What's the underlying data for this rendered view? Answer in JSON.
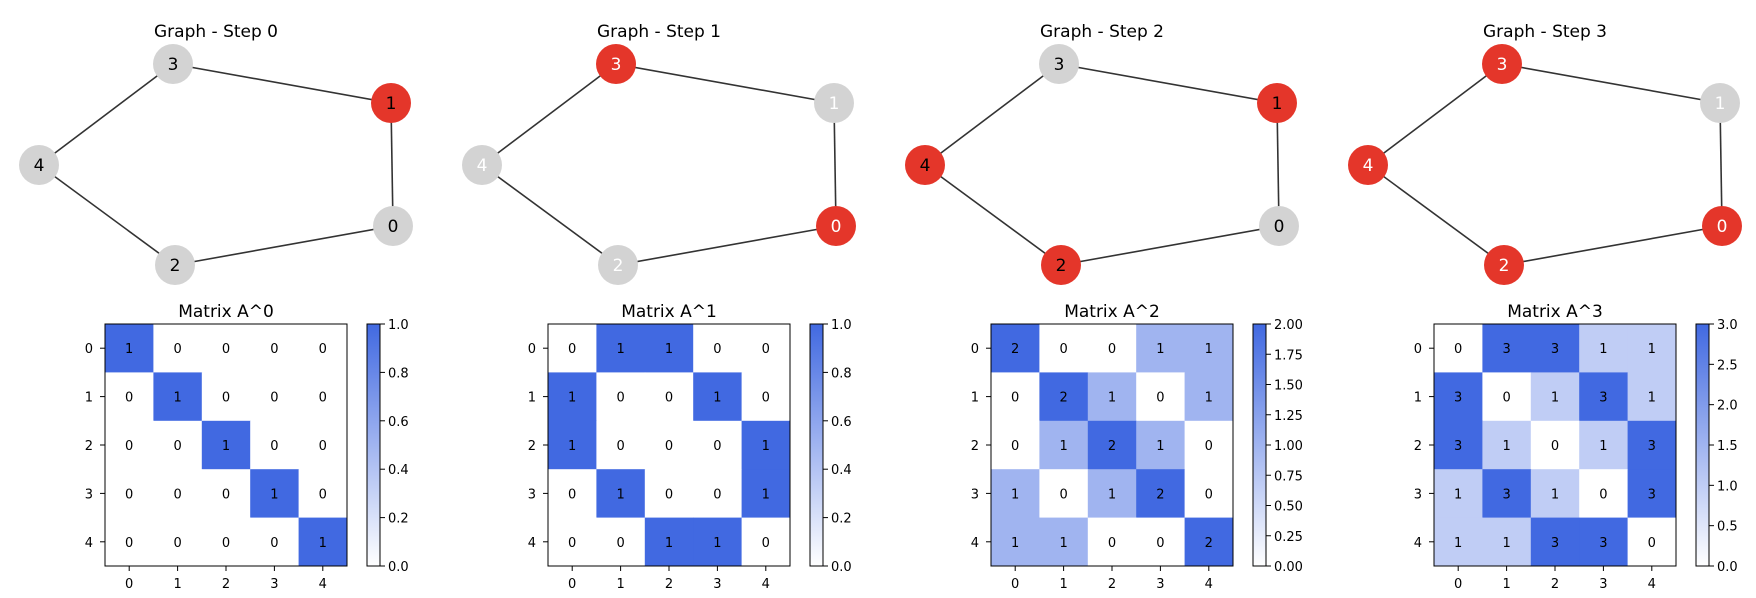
{
  "colors": {
    "active_node": "#e4362a",
    "inactive_node": "#d3d3d3",
    "edge": "#333333",
    "cmap_high": "#4169e1",
    "cmap_low": "#ffffff"
  },
  "graph": {
    "nodes": [
      "0",
      "1",
      "2",
      "3",
      "4"
    ],
    "edges": [
      [
        "0",
        "1"
      ],
      [
        "1",
        "3"
      ],
      [
        "3",
        "4"
      ],
      [
        "4",
        "2"
      ],
      [
        "2",
        "0"
      ]
    ]
  },
  "panels": [
    {
      "graph_title": "Graph - Step 0",
      "active_nodes": [
        "1"
      ],
      "matrix_title": "Matrix A^0",
      "matrix": [
        [
          1,
          0,
          0,
          0,
          0
        ],
        [
          0,
          1,
          0,
          0,
          0
        ],
        [
          0,
          0,
          1,
          0,
          0
        ],
        [
          0,
          0,
          0,
          1,
          0
        ],
        [
          0,
          0,
          0,
          0,
          1
        ]
      ],
      "vmax": 1,
      "colorbar_ticks": [
        "0.0",
        "0.2",
        "0.4",
        "0.6",
        "0.8",
        "1.0"
      ]
    },
    {
      "graph_title": "Graph - Step 1",
      "active_nodes": [
        "0",
        "3"
      ],
      "matrix_title": "Matrix A^1",
      "matrix": [
        [
          0,
          1,
          1,
          0,
          0
        ],
        [
          1,
          0,
          0,
          1,
          0
        ],
        [
          1,
          0,
          0,
          0,
          1
        ],
        [
          0,
          1,
          0,
          0,
          1
        ],
        [
          0,
          0,
          1,
          1,
          0
        ]
      ],
      "vmax": 1,
      "colorbar_ticks": [
        "0.0",
        "0.2",
        "0.4",
        "0.6",
        "0.8",
        "1.0"
      ]
    },
    {
      "graph_title": "Graph - Step 2",
      "active_nodes": [
        "1",
        "2",
        "4"
      ],
      "matrix_title": "Matrix A^2",
      "matrix": [
        [
          2,
          0,
          0,
          1,
          1
        ],
        [
          0,
          2,
          1,
          0,
          1
        ],
        [
          0,
          1,
          2,
          1,
          0
        ],
        [
          1,
          0,
          1,
          2,
          0
        ],
        [
          1,
          1,
          0,
          0,
          2
        ]
      ],
      "vmax": 2,
      "colorbar_ticks": [
        "0.00",
        "0.25",
        "0.50",
        "0.75",
        "1.00",
        "1.25",
        "1.50",
        "1.75",
        "2.00"
      ]
    },
    {
      "graph_title": "Graph - Step 3",
      "active_nodes": [
        "0",
        "2",
        "3",
        "4"
      ],
      "matrix_title": "Matrix A^3",
      "matrix": [
        [
          0,
          3,
          3,
          1,
          1
        ],
        [
          3,
          0,
          1,
          3,
          1
        ],
        [
          3,
          1,
          0,
          1,
          3
        ],
        [
          1,
          3,
          1,
          0,
          3
        ],
        [
          1,
          1,
          3,
          3,
          0
        ]
      ],
      "vmax": 3,
      "colorbar_ticks": [
        "0.0",
        "0.5",
        "1.0",
        "1.5",
        "2.0",
        "2.5",
        "3.0"
      ]
    }
  ],
  "axis_tick_labels": [
    "0",
    "1",
    "2",
    "3",
    "4"
  ]
}
